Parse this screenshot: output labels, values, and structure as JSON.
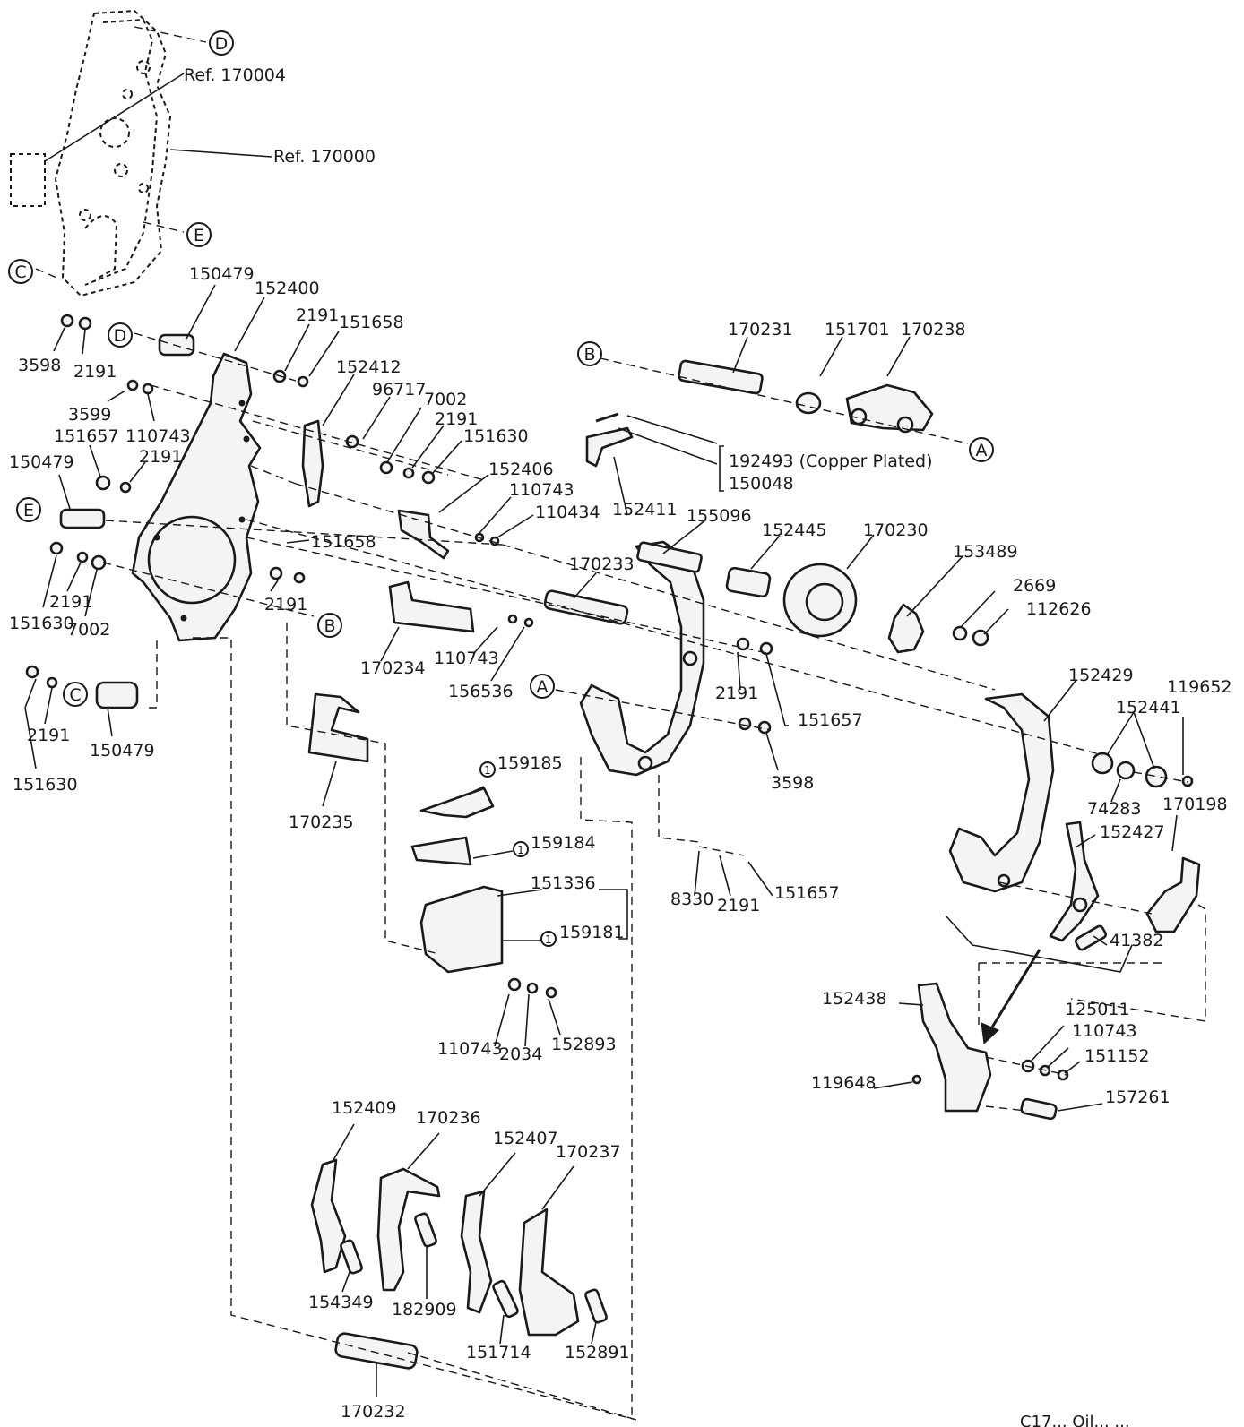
{
  "callouts": [
    {
      "id": "A",
      "label": "A"
    },
    {
      "id": "B",
      "label": "B"
    },
    {
      "id": "C",
      "label": "C"
    },
    {
      "id": "D",
      "label": "D"
    },
    {
      "id": "E",
      "label": "E"
    }
  ],
  "references": [
    "Ref. 170004",
    "Ref. 170000"
  ],
  "notes": [
    "192493 (Copper Plated)",
    "150048"
  ],
  "parts": [
    "150479",
    "152400",
    "2191",
    "151658",
    "3598",
    "2191",
    "152412",
    "3599",
    "110743",
    "96717",
    "7002",
    "2191",
    "151630",
    "151657",
    "2191",
    "150479",
    "152406",
    "110743",
    "110434",
    "151658",
    "2191",
    "151630",
    "7002",
    "2191",
    "2191",
    "150479",
    "151630",
    "170231",
    "151701",
    "170238",
    "152411",
    "155096",
    "152445",
    "170230",
    "153489",
    "2669",
    "112626",
    "170233",
    "170234",
    "110743",
    "156536",
    "2191",
    "151657",
    "3598",
    "152429",
    "119652",
    "152441",
    "74283",
    "170198",
    "152427",
    "41382",
    "170235",
    "159185",
    "159184",
    "151336",
    "159181",
    "110743",
    "2034",
    "152893",
    "8330",
    "2191",
    "151657",
    "152438",
    "125011",
    "110743",
    "151152",
    "119648",
    "157261",
    "152409",
    "170236",
    "152407",
    "170237",
    "154349",
    "182909",
    "151714",
    "152891",
    "170232"
  ],
  "note_marker": "1",
  "footer_fragment": "C17... Oil... ..."
}
